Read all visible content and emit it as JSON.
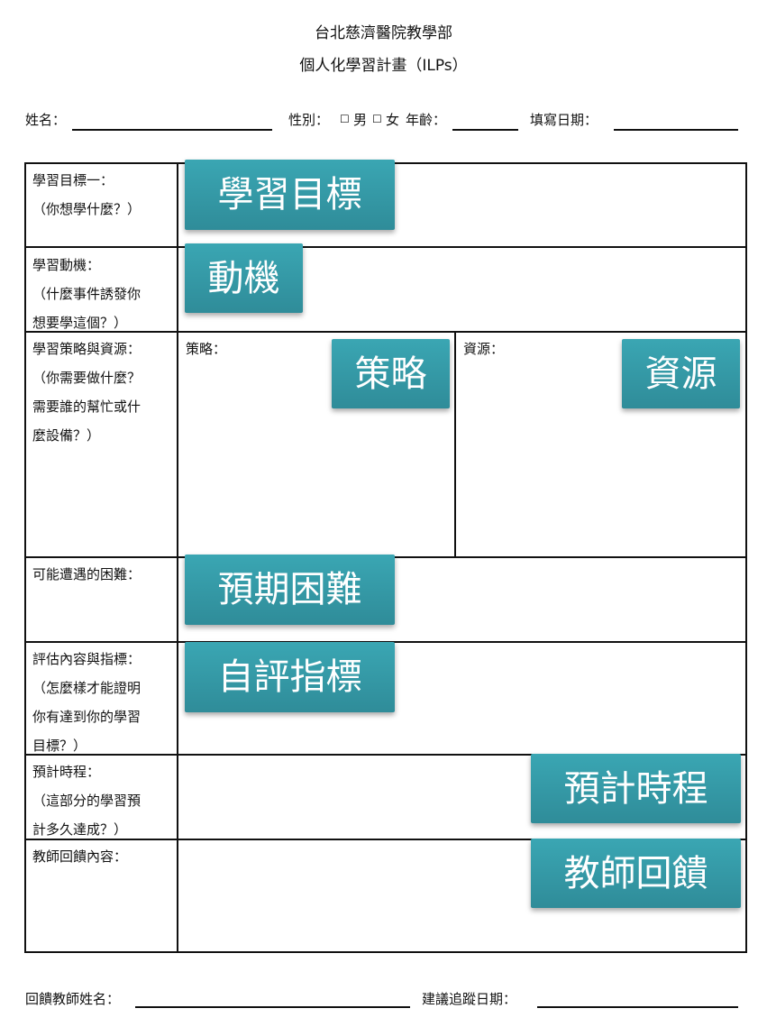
{
  "header": {
    "hospital": "台北慈濟醫院教學部",
    "form_title": "個人化學習計畫（ILPs）"
  },
  "info_row": {
    "name_label": "姓名：",
    "gender_label": "性別：",
    "male_label": "男",
    "female_label": "女",
    "age_label": "年齡：",
    "date_label": "填寫日期："
  },
  "rows": {
    "goal": [
      "學習目標一：",
      "（你想學什麼？）"
    ],
    "motivation": [
      "學習動機：",
      "（什麼事件誘發你",
      "想要學這個？）"
    ],
    "strategy": [
      "學習策略與資源：",
      "（你需要做什麼？",
      "需要誰的幫忙或什",
      "麼設備？）"
    ],
    "strategy_sub": "策略：",
    "resource_sub": "資源：",
    "difficulty": [
      "可能遭遇的困難："
    ],
    "evaluation": [
      "評估內容與指標：",
      "（怎麼樣才能證明",
      "你有達到你的學習",
      "目標？）"
    ],
    "timeline": [
      "預計時程：",
      "（這部分的學習預",
      "計多久達成？）"
    ],
    "feedback": [
      "教師回饋內容："
    ]
  },
  "tags": {
    "goal": "學習目標",
    "motivation": "動機",
    "strategy": "策略",
    "resource": "資源",
    "difficulty": "預期困難",
    "evaluation": "自評指標",
    "timeline": "預計時程",
    "feedback": "教師回饋"
  },
  "footer": {
    "teacher_label": "回饋教師姓名：",
    "followup_label": "建議追蹤日期："
  },
  "colors": {
    "tag_bg": "#3b9aa7",
    "tag_text": "#ffffff",
    "line": "#111111"
  }
}
